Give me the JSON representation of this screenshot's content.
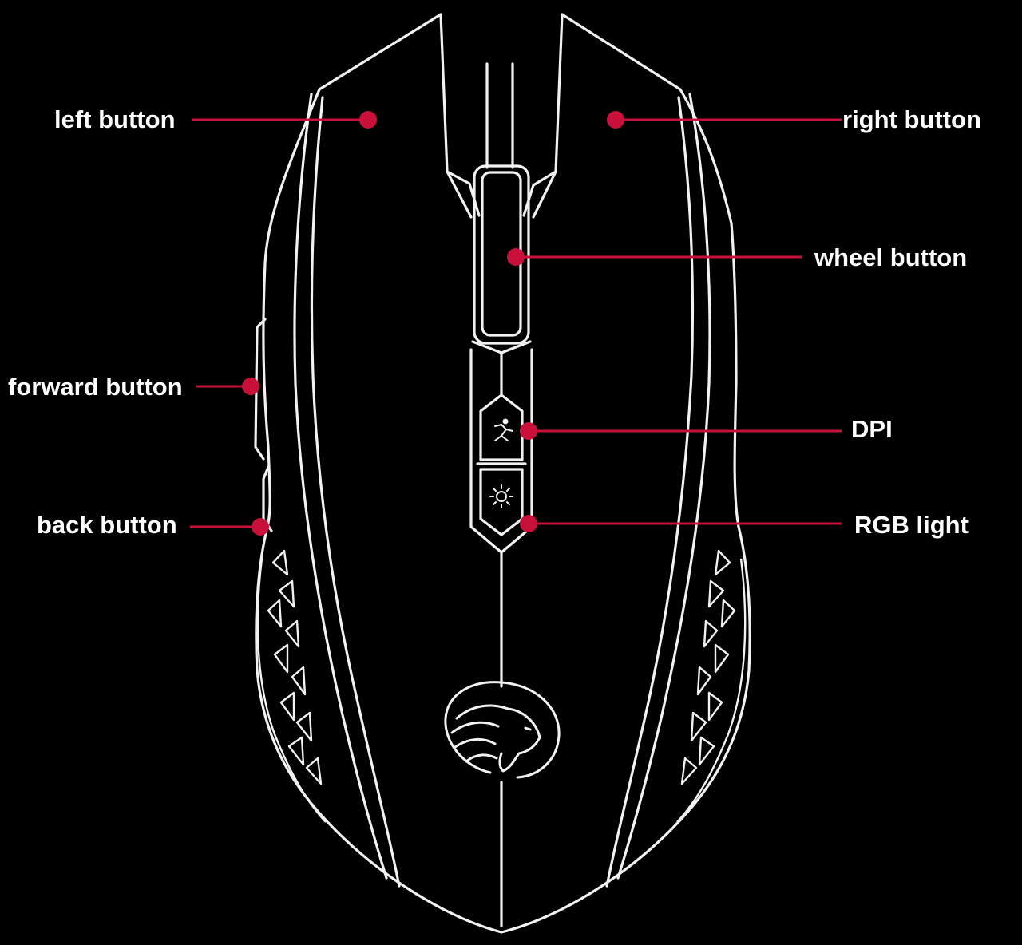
{
  "colors": {
    "background": "#000000",
    "outline": "#f2f2f2",
    "accent": "#c8103a"
  },
  "labels": {
    "left_button": "left button",
    "right_button": "right button",
    "wheel_button": "wheel button",
    "forward_button": "forward button",
    "dpi": "DPI",
    "back_button": "back button",
    "rgb_light": "RGB light"
  },
  "icons": {
    "dpi": "running-figure-icon",
    "rgb": "sun-icon",
    "logo": "lion-head-logo"
  }
}
